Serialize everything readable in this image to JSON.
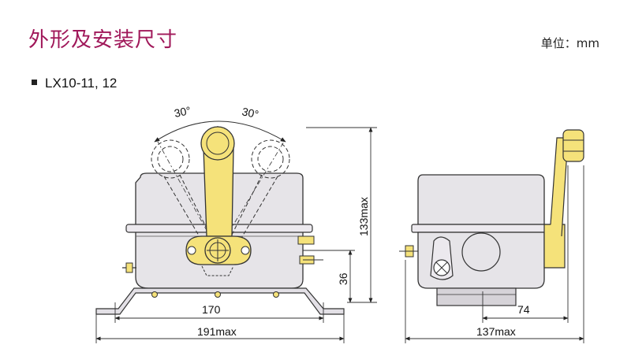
{
  "header": {
    "title": "外形及安装尺寸",
    "unit": "单位：mm"
  },
  "model": {
    "label": "LX10-11, 12"
  },
  "dimensions": {
    "angle_left": "30°",
    "angle_right": "30°",
    "height_total": "133max",
    "height_mount": "36",
    "width_mount": "170",
    "width_total": "191max",
    "side_mount": "74",
    "side_total": "137max"
  },
  "colors": {
    "body": "#e6e4e8",
    "lever": "#f5e27a",
    "outline": "#333333",
    "title": "#a0185a"
  }
}
